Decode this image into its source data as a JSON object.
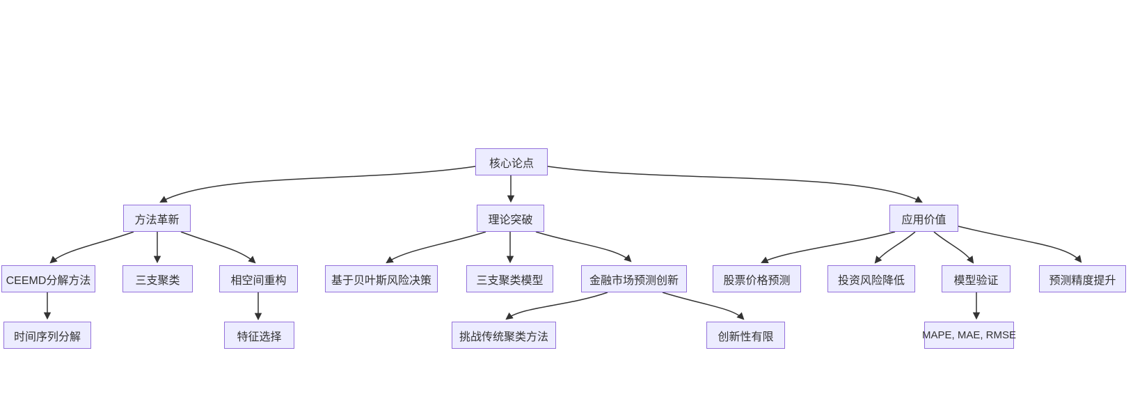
{
  "diagram": {
    "type": "flowchart",
    "direction": "top-down",
    "colors": {
      "background": "#ffffff",
      "node_fill": "#ECECFF",
      "node_border": "#9370DB",
      "edge": "#333333",
      "text": "#333333"
    },
    "nodes": {
      "core": {
        "label": "核心论点"
      },
      "method": {
        "label": "方法革新"
      },
      "theory": {
        "label": "理论突破"
      },
      "value": {
        "label": "应用价值"
      },
      "ceemd": {
        "label": "CEEMD分解方法"
      },
      "threeway": {
        "label": "三支聚类"
      },
      "phase": {
        "label": "相空间重构"
      },
      "bayes": {
        "label": "基于贝叶斯风险决策"
      },
      "twcmodel": {
        "label": "三支聚类模型"
      },
      "finance": {
        "label": "金融市场预测创新"
      },
      "stock": {
        "label": "股票价格预测"
      },
      "invest": {
        "label": "投资风险降低"
      },
      "modelval": {
        "label": "模型验证"
      },
      "accuracy": {
        "label": "预测精度提升"
      },
      "timeseries": {
        "label": "时间序列分解"
      },
      "feature": {
        "label": "特征选择"
      },
      "challenge": {
        "label": "挑战传统聚类方法"
      },
      "limited": {
        "label": "创新性有限"
      },
      "metrics": {
        "label": "MAPE, MAE, RMSE"
      }
    },
    "edges": [
      {
        "from": "core",
        "to": "method"
      },
      {
        "from": "core",
        "to": "theory"
      },
      {
        "from": "core",
        "to": "value"
      },
      {
        "from": "method",
        "to": "ceemd"
      },
      {
        "from": "method",
        "to": "threeway"
      },
      {
        "from": "method",
        "to": "phase"
      },
      {
        "from": "theory",
        "to": "bayes"
      },
      {
        "from": "theory",
        "to": "twcmodel"
      },
      {
        "from": "theory",
        "to": "finance"
      },
      {
        "from": "value",
        "to": "stock"
      },
      {
        "from": "value",
        "to": "invest"
      },
      {
        "from": "value",
        "to": "modelval"
      },
      {
        "from": "value",
        "to": "accuracy"
      },
      {
        "from": "ceemd",
        "to": "timeseries"
      },
      {
        "from": "phase",
        "to": "feature"
      },
      {
        "from": "finance",
        "to": "challenge"
      },
      {
        "from": "finance",
        "to": "limited"
      },
      {
        "from": "modelval",
        "to": "metrics"
      }
    ]
  }
}
